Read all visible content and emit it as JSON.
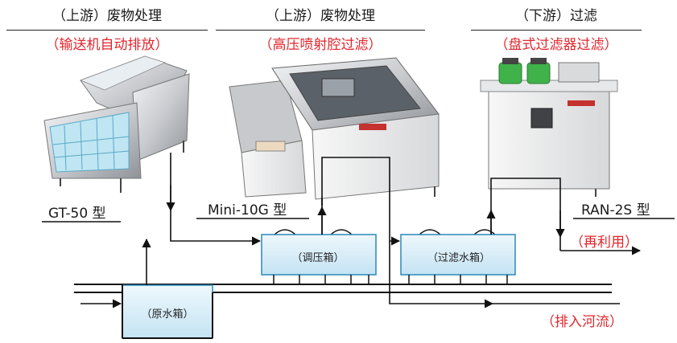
{
  "headers": [
    {
      "title": "（上游）废物处理",
      "subtitle": "（输送机自动排放）"
    },
    {
      "title": "（上游）废物处理",
      "subtitle": "（高压喷射腔过滤）"
    },
    {
      "title": "（下游）过滤",
      "subtitle": "（盘式过滤器过滤）"
    }
  ],
  "machines": {
    "gt50": "GT-50 型",
    "mini10g": "Mini-10G 型",
    "ran2s": "RAN-2S 型"
  },
  "tanks": {
    "raw": "（原水箱）",
    "adjust": "（调压箱）",
    "filter": "（过滤水箱）"
  },
  "outputs": {
    "reuse": "（再利用）",
    "discharge": "（排入河流）"
  },
  "colors": {
    "accent_red": "#e0262c",
    "tank_fill": "#d6ecf7",
    "steel": "#c9cbcf",
    "green_cap": "#3fb24a"
  }
}
